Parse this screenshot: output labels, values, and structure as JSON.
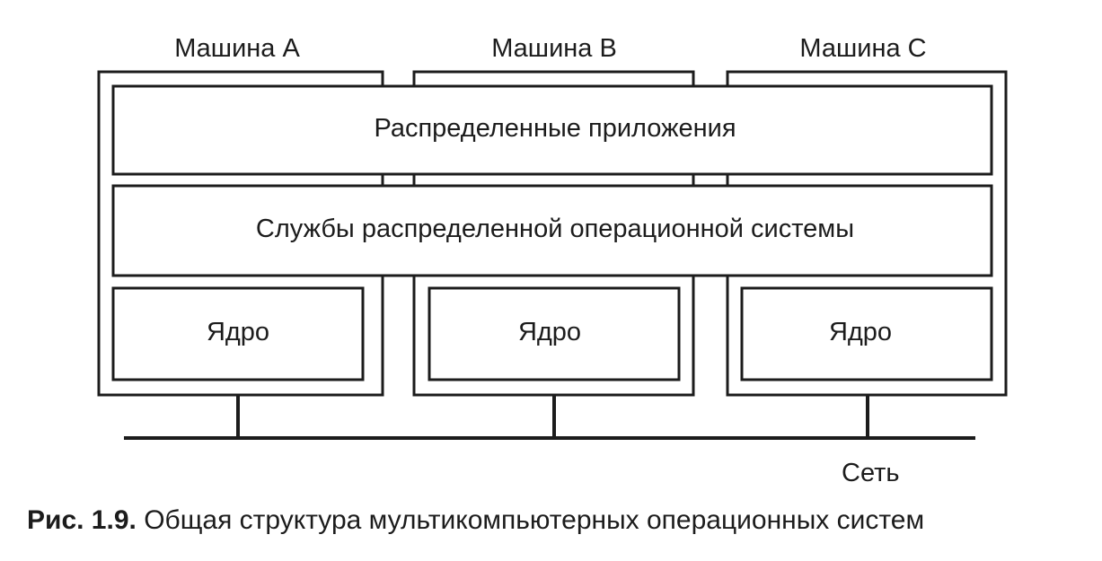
{
  "machines": [
    {
      "label": "Машина A"
    },
    {
      "label": "Машина B"
    },
    {
      "label": "Машина C"
    }
  ],
  "layers": {
    "applications": "Распределенные приложения",
    "services": "Службы распределенной операционной системы",
    "kernel": "Ядро"
  },
  "network": {
    "label": "Сеть"
  },
  "caption": {
    "prefix": "Рис. 1.9.",
    "text": "Общая структура мультикомпьютерных операционных систем"
  }
}
